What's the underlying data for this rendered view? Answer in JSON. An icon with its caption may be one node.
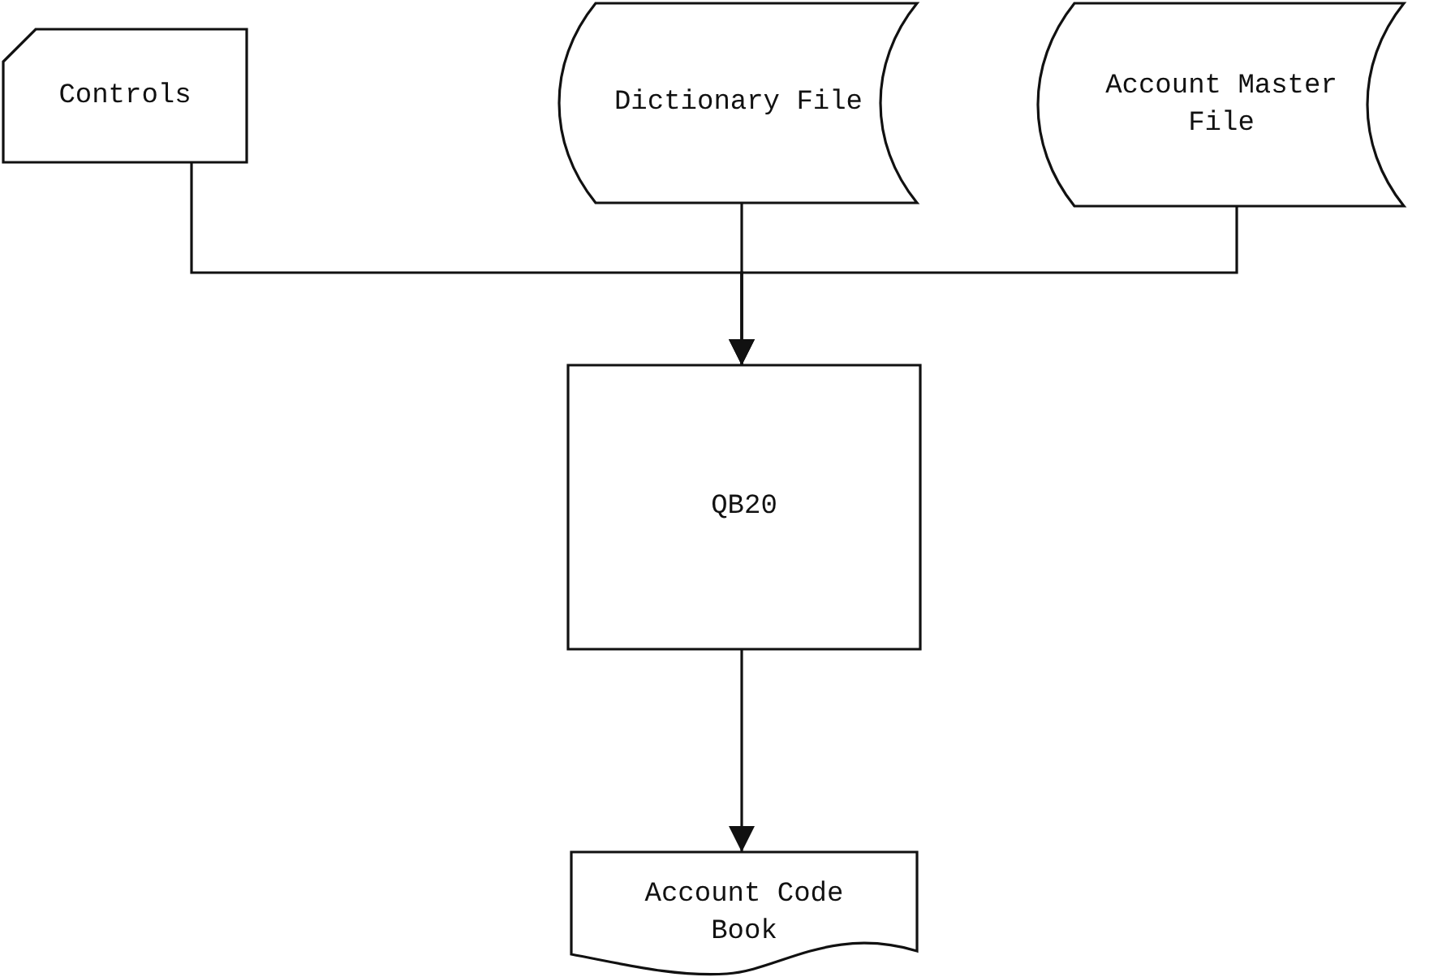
{
  "diagram": {
    "nodes": [
      {
        "text": [
          "Controls"
        ]
      },
      {
        "text": [
          "Dictionary File"
        ]
      },
      {
        "text": [
          "Account Master File"
        ]
      },
      {
        "text": [
          "QB20"
        ]
      },
      {
        "text": [
          "Account Code Book"
        ]
      }
    ],
    "edges": [
      {
        "from": 0,
        "to": 3,
        "arrow": "to"
      },
      {
        "from": 1,
        "to": 3,
        "arrow": "to"
      },
      {
        "from": 2,
        "to": 3,
        "arrow": "to"
      },
      {
        "from": 3,
        "to": 4,
        "arrow": "to"
      }
    ]
  }
}
